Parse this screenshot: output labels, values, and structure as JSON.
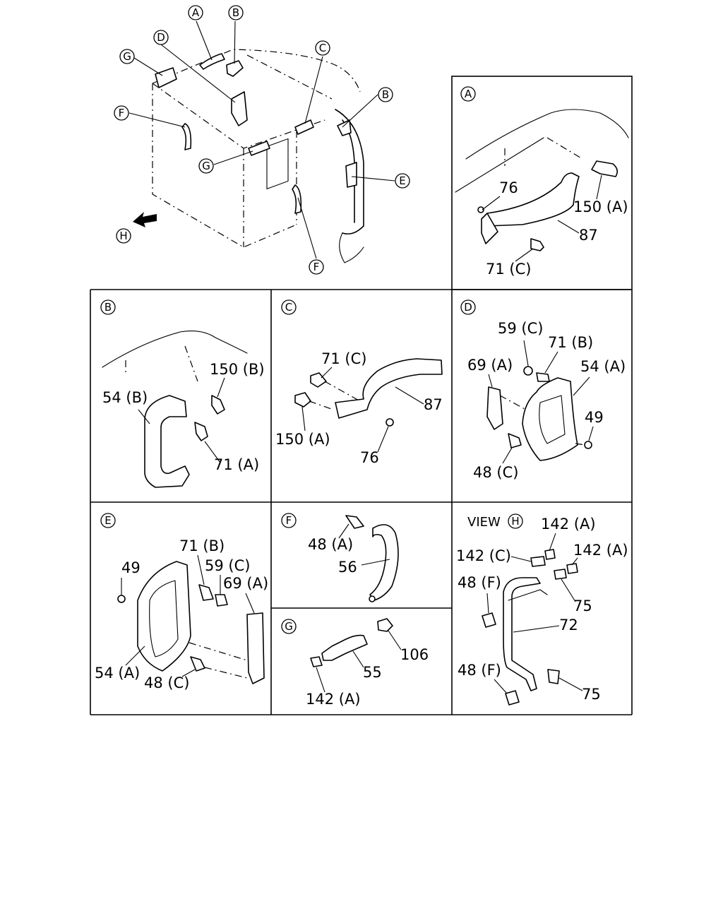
{
  "overview": {
    "callouts": {
      "A": "A",
      "B": "B",
      "C": "C",
      "D": "D",
      "E": "E",
      "F": "F",
      "G": "G",
      "H": "H"
    }
  },
  "panels": {
    "A": {
      "letter": "A",
      "labels": {
        "p76": "76",
        "p150a": "150 (A)",
        "p87": "87",
        "p71c": "71 (C)"
      }
    },
    "B": {
      "letter": "B",
      "labels": {
        "p150b": "150 (B)",
        "p54b": "54 (B)",
        "p71a": "71 (A)"
      }
    },
    "C": {
      "letter": "C",
      "labels": {
        "p71c": "71 (C)",
        "p87": "87",
        "p150a": "150 (A)",
        "p76": "76"
      }
    },
    "D": {
      "letter": "D",
      "labels": {
        "p59c": "59 (C)",
        "p71b": "71 (B)",
        "p69a": "69 (A)",
        "p54a": "54 (A)",
        "p49": "49",
        "p48c": "48 (C)"
      }
    },
    "E": {
      "letter": "E",
      "labels": {
        "p71b": "71 (B)",
        "p49": "49",
        "p59c": "59 (C)",
        "p69a": "69 (A)",
        "p54a": "54 (A)",
        "p48c": "48 (C)"
      }
    },
    "F": {
      "letter": "F",
      "labels": {
        "p48a": "48 (A)",
        "p56": "56"
      }
    },
    "G": {
      "letter": "G",
      "labels": {
        "p106": "106",
        "p55": "55",
        "p142a": "142 (A)"
      }
    },
    "H": {
      "view": "VIEW",
      "letter": "H",
      "labels": {
        "p142a_top": "142 (A)",
        "p142c": "142 (C)",
        "p142a_right": "142 (A)",
        "p48f_top": "48 (F)",
        "p75_top": "75",
        "p72": "72",
        "p48f_bottom": "48 (F)",
        "p75_bottom": "75"
      }
    }
  }
}
